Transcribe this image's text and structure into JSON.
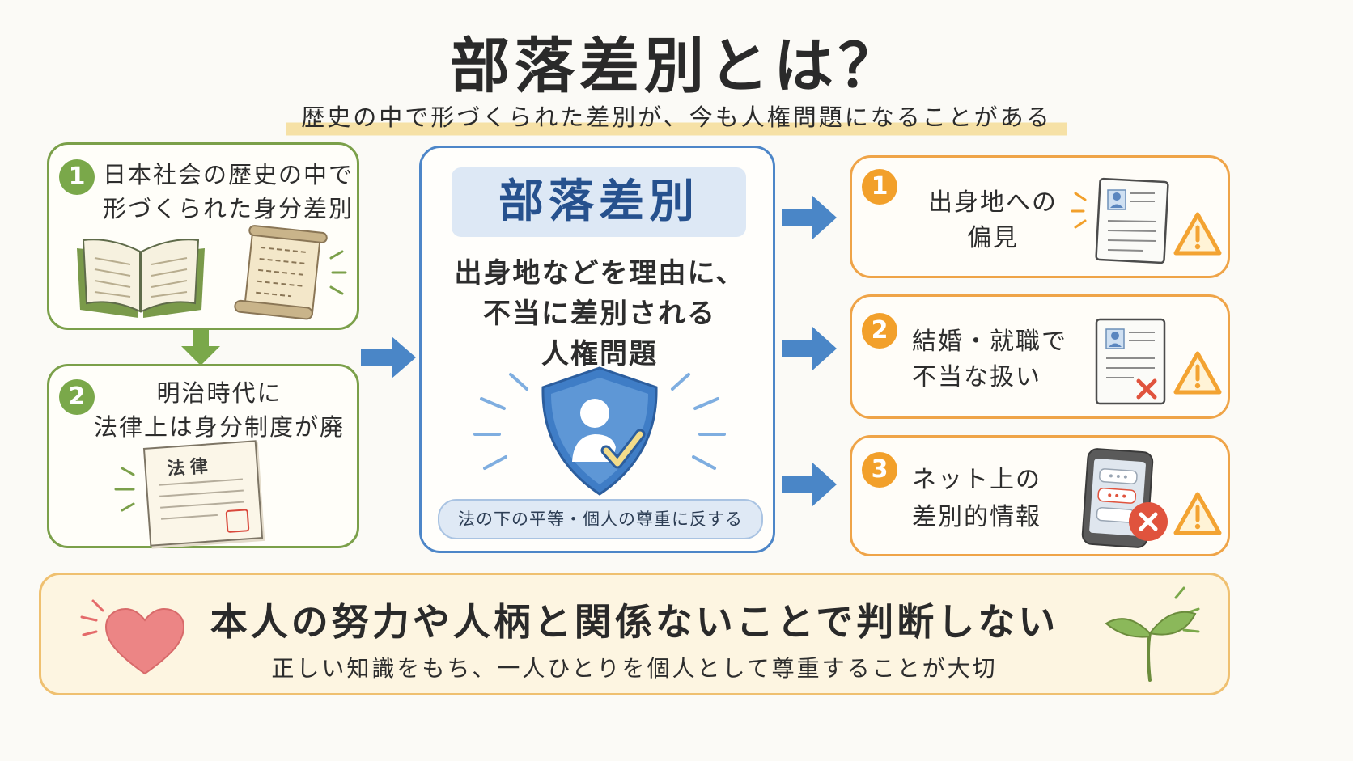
{
  "title": "部落差別とは？",
  "subtitle": "歴史の中で形づくられた差別が、今も人権問題になることがある",
  "history": [
    {
      "number": "1",
      "line1": "日本社会の歴史の中で",
      "line2": "形づくられた身分差別"
    },
    {
      "number": "2",
      "line1": "明治時代に",
      "line2": "法律上は身分制度が廃止",
      "document_label": "法律"
    }
  ],
  "center": {
    "label": "部落差別",
    "desc_lines": [
      "出身地などを理由に、",
      "不当に差別される",
      "人権問題"
    ],
    "note": "法の下の平等・個人の尊重に反する"
  },
  "effects": [
    {
      "number": "1",
      "line1": "出身地への",
      "line2": "偏見"
    },
    {
      "number": "2",
      "line1": "結婚・就職で",
      "line2": "不当な扱い"
    },
    {
      "number": "3",
      "line1": "ネット上の",
      "line2": "差別的情報"
    }
  ],
  "bottom": {
    "main": "本人の努力や人柄と関係ないことで判断しない",
    "sub": "正しい知識をもち、一人ひとりを個人として尊重することが大切"
  },
  "colors": {
    "green": "#7ba04a",
    "orange": "#efa448",
    "blue": "#4d86c8",
    "arrow": "#4a86c7",
    "warning": "#f3a332",
    "cross": "#e0533d"
  }
}
